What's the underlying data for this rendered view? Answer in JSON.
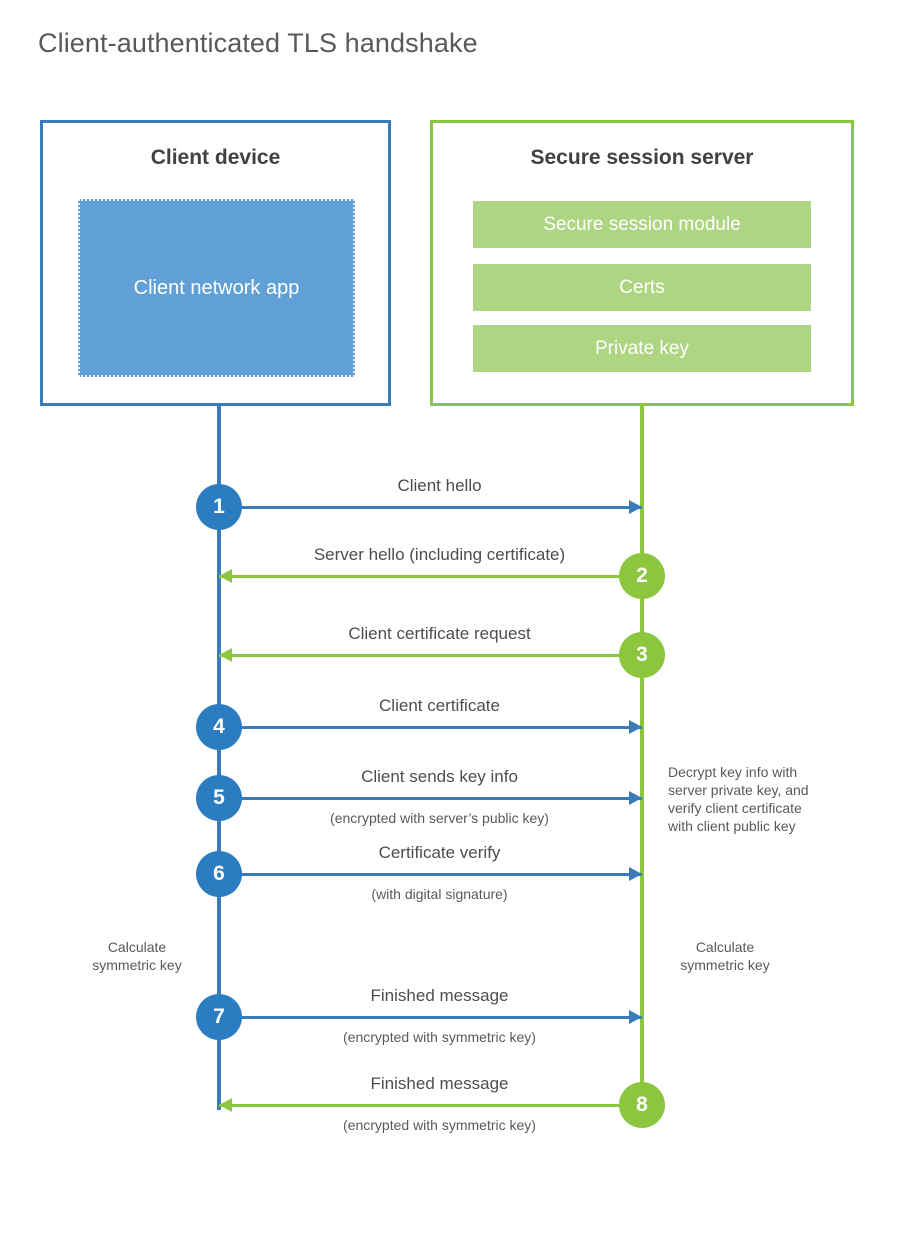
{
  "title": "Client-authenticated TLS handshake",
  "colors": {
    "client_blue": "#3a7cb9",
    "client_app_fill": "#61a0d6",
    "client_circle": "#2b7cc1",
    "server_green": "#8cc63f",
    "server_module_fill": "#aed581",
    "title_text": "#58595b",
    "body_text": "#4d4d4f",
    "background": "#ffffff"
  },
  "client": {
    "title": "Client device",
    "app_label": "Client network app"
  },
  "server": {
    "title": "Secure session server",
    "modules": [
      {
        "label": "Secure session module"
      },
      {
        "label": "Certs"
      },
      {
        "label": "Private key"
      }
    ]
  },
  "messages": [
    {
      "step": "1",
      "label": "Client hello",
      "sub": "",
      "direction": "client-to-server",
      "color": "blue"
    },
    {
      "step": "2",
      "label": "Server hello (including certificate)",
      "sub": "",
      "direction": "server-to-client",
      "color": "green"
    },
    {
      "step": "3",
      "label": "Client certificate request",
      "sub": "",
      "direction": "server-to-client",
      "color": "green"
    },
    {
      "step": "4",
      "label": "Client certificate",
      "sub": "",
      "direction": "client-to-server",
      "color": "blue"
    },
    {
      "step": "5",
      "label": "Client sends key info",
      "sub": "(encrypted with server’s public key)",
      "direction": "client-to-server",
      "color": "blue"
    },
    {
      "step": "6",
      "label": "Certificate verify",
      "sub": "(with digital signature)",
      "direction": "client-to-server",
      "color": "blue"
    },
    {
      "step": "7",
      "label": "Finished message",
      "sub": "(encrypted with symmetric key)",
      "direction": "client-to-server",
      "color": "blue"
    },
    {
      "step": "8",
      "label": "Finished message",
      "sub": "(encrypted with symmetric key)",
      "direction": "server-to-client",
      "color": "green"
    }
  ],
  "notes": {
    "decrypt": "Decrypt key info with\nserver private key, and\nverify client certificate\nwith client public key",
    "client_calculate": "Calculate\nsymmetric key",
    "server_calculate": "Calculate\nsymmetric key"
  }
}
